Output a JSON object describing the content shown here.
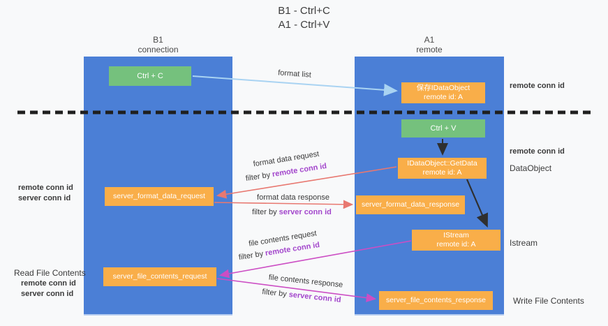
{
  "title": {
    "line1": "B1 - Ctrl+C",
    "line2": "A1 - Ctrl+V"
  },
  "lanes": {
    "left": {
      "name": "B1",
      "role": "connection"
    },
    "right": {
      "name": "A1",
      "role": "remote"
    }
  },
  "boxes": {
    "ctrl_c": {
      "label": "Ctrl + C"
    },
    "save_idataobject": {
      "line1": "保存IDataObject",
      "line2": "remote id: A"
    },
    "ctrl_v": {
      "label": "Ctrl + V"
    },
    "idataobject_getdata": {
      "line1": "IDataObject::GetData",
      "line2": "remote id: A"
    },
    "server_format_data_request": {
      "label": "server_format_data_request"
    },
    "server_format_data_response": {
      "label": "server_format_data_response"
    },
    "istream": {
      "line1": "IStream",
      "line2": "remote id: A"
    },
    "server_file_contents_request": {
      "label": "server_file_contents_request"
    },
    "server_file_contents_response": {
      "label": "server_file_contents_response"
    }
  },
  "arrow_labels": {
    "format_list": "format list",
    "format_data_request": "format data request",
    "format_data_response": "format data response",
    "file_contents_request": "file contents request",
    "file_contents_response": "file contents response",
    "filter_by": "filter by ",
    "remote_conn_id": "remote conn id",
    "server_conn_id": "server conn id"
  },
  "margin_labels": {
    "right_top_remote_conn_id": "remote conn id",
    "right_mid_remote_conn_id": "remote conn id",
    "dataobject": "DataObject",
    "istream": "Istream",
    "write_file_contents": "Write File Contents",
    "left_remote_conn_id": "remote conn id",
    "left_server_conn_id": "server conn id",
    "read_file_contents": "Read File Contents",
    "left_bottom_remote_conn_id": "remote conn id",
    "left_bottom_server_conn_id": "server conn id"
  },
  "colors": {
    "lane_blue": "#4b7fd6",
    "box_green": "#75c17d",
    "box_orange": "#f9ae49",
    "arrow_light_blue": "#a9d3f2",
    "arrow_salmon": "#e87870",
    "arrow_magenta": "#cc4ec4",
    "arrow_black": "#2f2f2f",
    "text_purple": "#a347cc",
    "text_green": "#5cb860"
  }
}
